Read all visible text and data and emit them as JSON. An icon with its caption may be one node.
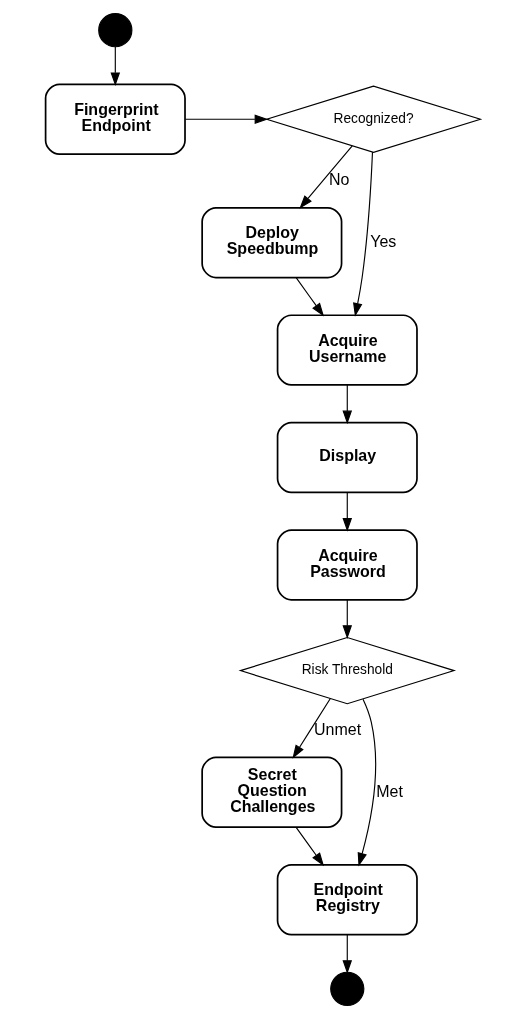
{
  "diagram": {
    "nodes": [
      {
        "text": [],
        "shape": "circle"
      },
      {
        "text": [
          "Fingerprint Endpoint"
        ]
      },
      {
        "text": [
          "Recognized?"
        ]
      },
      {
        "text": [
          "Deploy Speedbump"
        ]
      },
      {
        "text": [
          "Acquire Username"
        ]
      },
      {
        "text": [
          "Display"
        ]
      },
      {
        "text": [
          "Acquire Password"
        ]
      },
      {
        "text": [
          "Risk Threshold"
        ]
      },
      {
        "text": [
          "Secret Question Challenges"
        ]
      },
      {
        "text": [
          "Endpoint Registry"
        ]
      },
      {
        "text": [],
        "shape": "circle"
      }
    ],
    "edges": [
      {
        "from": 0,
        "to": 1,
        "arrow": "to"
      },
      {
        "from": 1,
        "to": 2,
        "arrow": "to"
      },
      {
        "from": 2,
        "to": 3,
        "arrow": "to",
        "label": "No"
      },
      {
        "from": 2,
        "to": 4,
        "arrow": "to",
        "label": "Yes"
      },
      {
        "from": 3,
        "to": 4,
        "arrow": "to"
      },
      {
        "from": 4,
        "to": 5,
        "arrow": "to"
      },
      {
        "from": 5,
        "to": 6,
        "arrow": "to"
      },
      {
        "from": 6,
        "to": 7,
        "arrow": "to"
      },
      {
        "from": 7,
        "to": 8,
        "arrow": "to",
        "label": "Unmet"
      },
      {
        "from": 7,
        "to": 9,
        "arrow": "to",
        "label": "Met"
      },
      {
        "from": 8,
        "to": 9,
        "arrow": "to"
      },
      {
        "from": 9,
        "to": 10,
        "arrow": "to"
      }
    ]
  }
}
